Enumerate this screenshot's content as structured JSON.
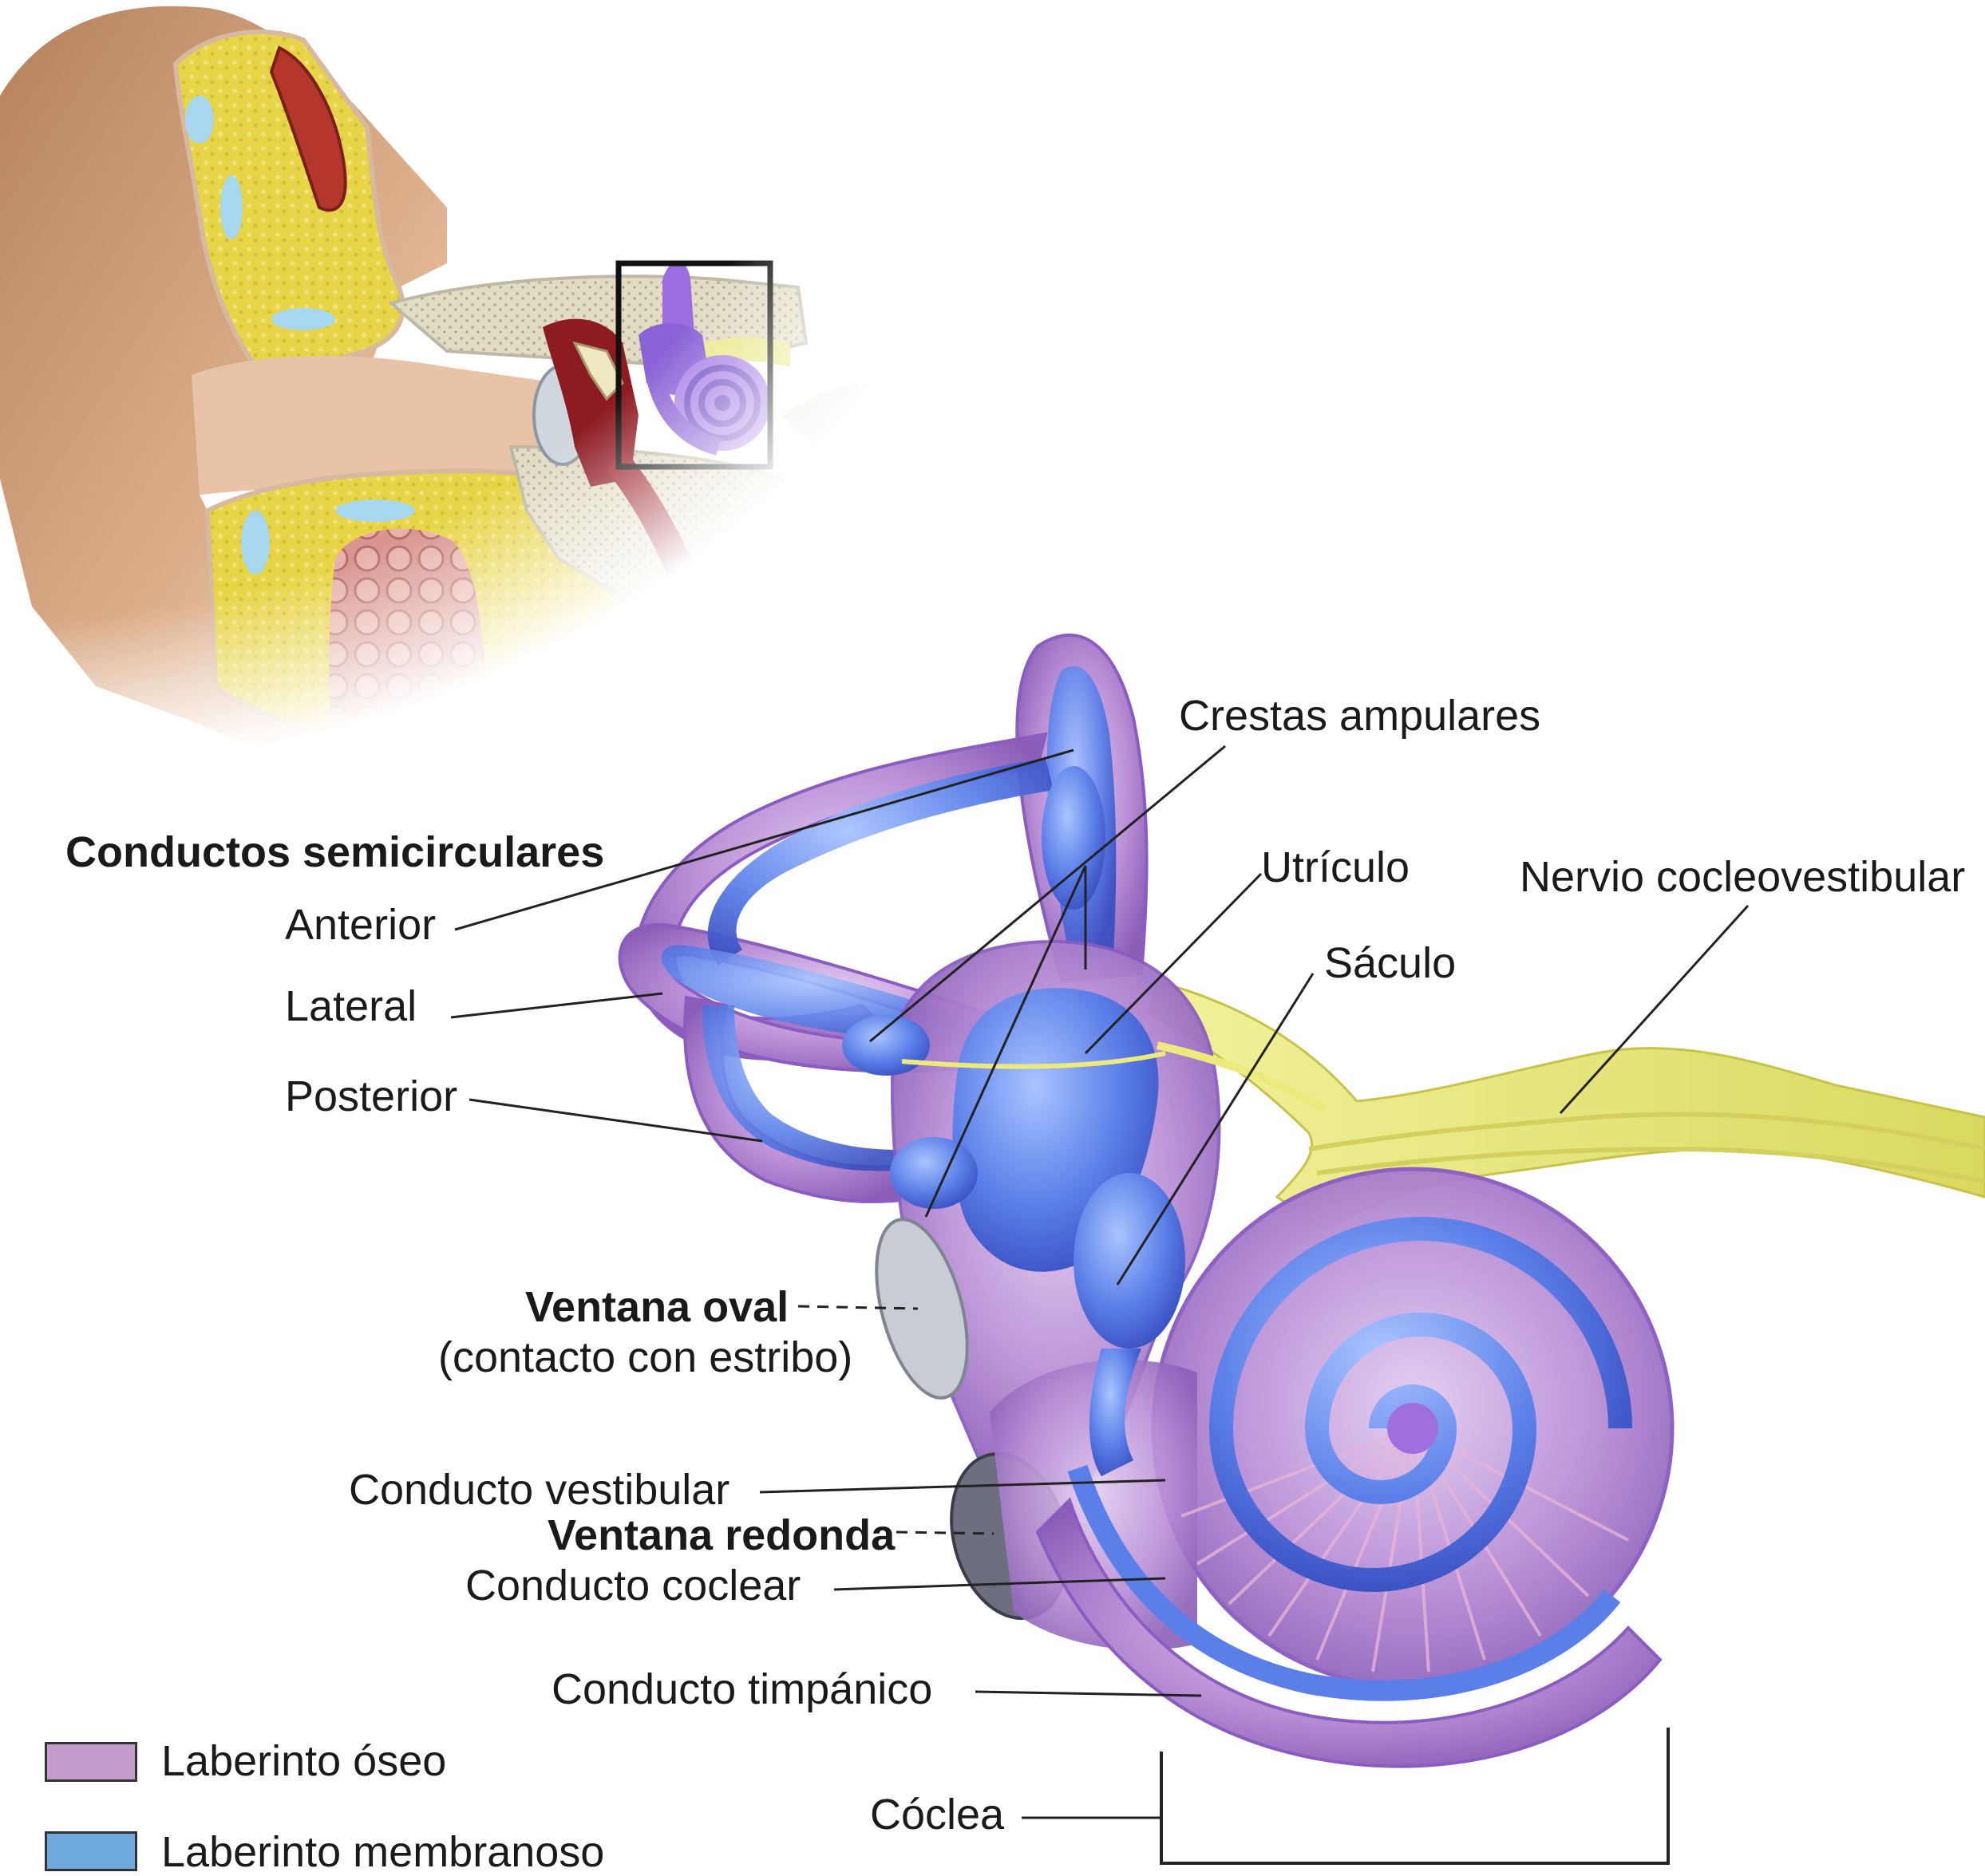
{
  "labels": {
    "semicircular_heading": "Conductos semicirculares",
    "anterior": "Anterior",
    "lateral": "Lateral",
    "posterior": "Posterior",
    "cristae": "Crestas ampulares",
    "utricle": "Utrículo",
    "saccule": "Sáculo",
    "nerve": "Nervio cocleovestibular",
    "oval_window": "Ventana oval",
    "oval_window_note": "(contacto con estribo)",
    "vestibular_duct": "Conducto vestibular",
    "round_window": "Ventana redonda",
    "cochlear_duct": "Conducto coclear",
    "tympanic_duct": "Conducto timpánico",
    "cochlea": "Cóclea"
  },
  "legend": [
    {
      "label": "Laberinto óseo",
      "color": "#c49ccc"
    },
    {
      "label": "Laberinto membranoso",
      "color": "#6fa8dc"
    }
  ],
  "colors": {
    "bony_labyrinth": "#b98fd6",
    "membranous_labyrinth": "#5b7fe8",
    "nerve": "#e8e87a",
    "bone": "#e6e0c8",
    "fat": "#e6d34a",
    "skin": "#c9956e",
    "artery": "#8e1a22",
    "leader_line": "#222222"
  }
}
